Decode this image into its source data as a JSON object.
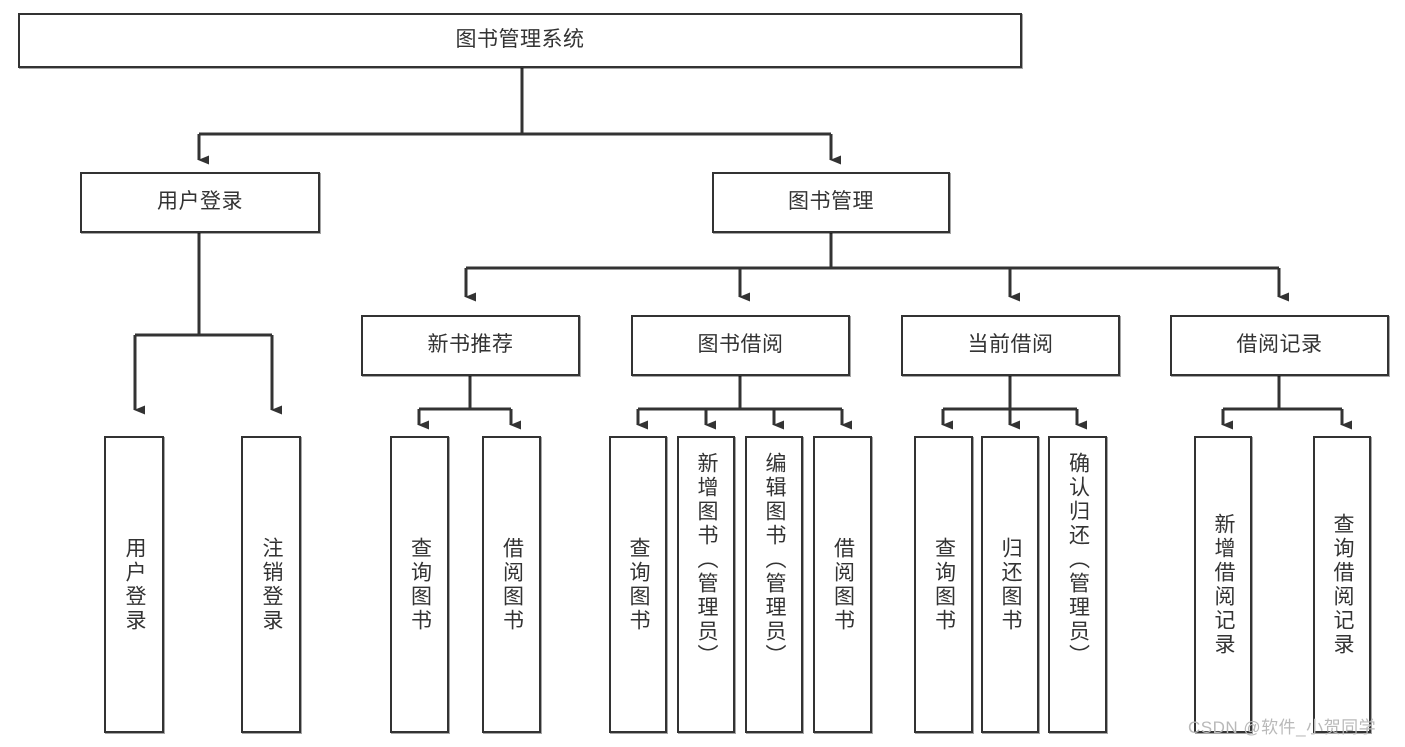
{
  "diagram": {
    "type": "tree-hierarchy",
    "title": "图书管理系统",
    "root": {
      "id": "root",
      "label": "图书管理系统"
    },
    "level2": [
      {
        "id": "user-login",
        "label": "用户登录"
      },
      {
        "id": "book-manage",
        "label": "图书管理"
      }
    ],
    "level3": [
      {
        "id": "new-book-recommend",
        "label": "新书推荐",
        "parent": "book-manage"
      },
      {
        "id": "book-borrow",
        "label": "图书借阅",
        "parent": "book-manage"
      },
      {
        "id": "current-borrow",
        "label": "当前借阅",
        "parent": "book-manage"
      },
      {
        "id": "borrow-record",
        "label": "借阅记录",
        "parent": "book-manage"
      }
    ],
    "leaves": [
      {
        "id": "leaf-user-login",
        "label": "用户登录",
        "parent": "user-login"
      },
      {
        "id": "leaf-logout-login",
        "label": "注销登录",
        "parent": "user-login"
      },
      {
        "id": "leaf-query-book-1",
        "label": "查询图书",
        "parent": "new-book-recommend"
      },
      {
        "id": "leaf-borrow-book-1",
        "label": "借阅图书",
        "parent": "new-book-recommend"
      },
      {
        "id": "leaf-query-book-2",
        "label": "查询图书",
        "parent": "book-borrow"
      },
      {
        "id": "leaf-add-book",
        "label": "新增图书（管理员）",
        "parent": "book-borrow"
      },
      {
        "id": "leaf-edit-book",
        "label": "编辑图书（管理员）",
        "parent": "book-borrow"
      },
      {
        "id": "leaf-borrow-book-2",
        "label": "借阅图书",
        "parent": "book-borrow"
      },
      {
        "id": "leaf-query-book-3",
        "label": "查询图书",
        "parent": "current-borrow"
      },
      {
        "id": "leaf-return-book",
        "label": "归还图书",
        "parent": "current-borrow"
      },
      {
        "id": "leaf-confirm-return",
        "label": "确认归还（管理员）",
        "parent": "current-borrow"
      },
      {
        "id": "leaf-add-record",
        "label": "新增借阅记录",
        "parent": "borrow-record"
      },
      {
        "id": "leaf-query-record",
        "label": "查询借阅记录",
        "parent": "borrow-record"
      }
    ],
    "colors": {
      "stroke": "#333333",
      "fill": "#ffffff",
      "text": "#333333",
      "watermark": "#b9b9b9"
    }
  },
  "watermark": {
    "text": "CSDN @软件_小贺同学"
  }
}
